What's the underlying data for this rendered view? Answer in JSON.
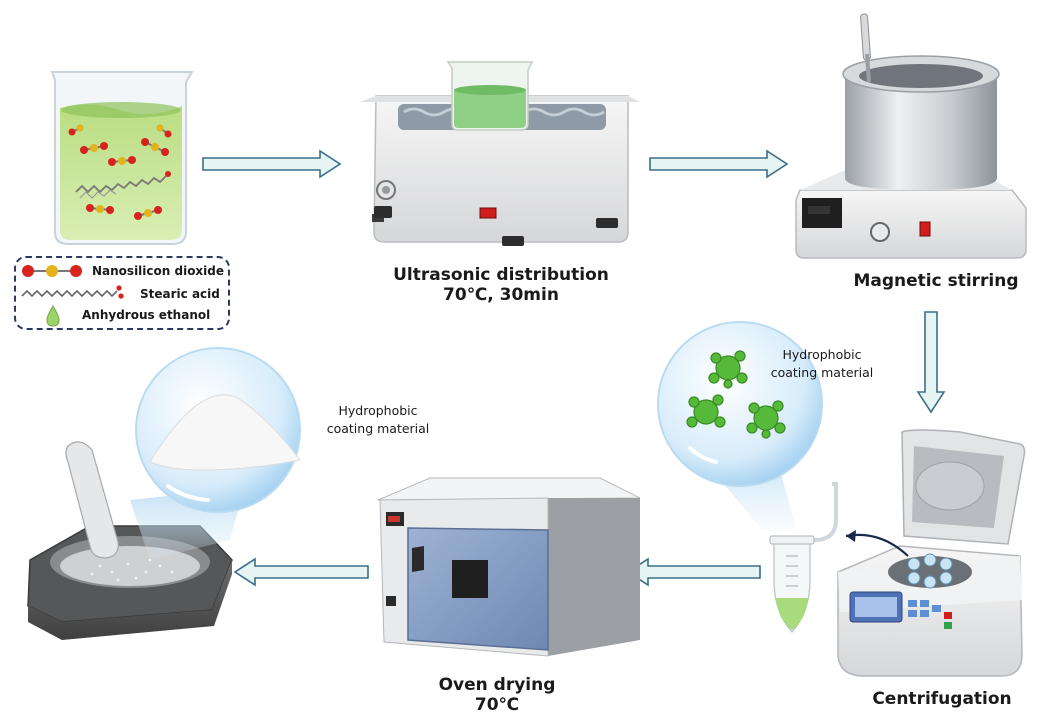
{
  "steps": {
    "ultrasonic": {
      "title": "Ultrasonic distribution",
      "condition": "70℃, 30min"
    },
    "magnetic": {
      "title": "Magnetic stirring"
    },
    "centrifugation": {
      "title": "Centrifugation"
    },
    "oven": {
      "title": "Oven drying",
      "condition": "70℃"
    }
  },
  "bubbles": {
    "centrifuge_bubble": {
      "line1": "Hydrophobic",
      "line2": "coating material"
    },
    "powder_bubble": {
      "line1": "Hydrophobic",
      "line2": "coating material"
    }
  },
  "legend": {
    "items": [
      {
        "label": "Nanosilicon dioxide",
        "icon": "nanosilicon-dioxide-molecule-icon"
      },
      {
        "label": "Stearic acid",
        "icon": "stearic-acid-chain-icon"
      },
      {
        "label": "Anhydrous ethanol",
        "icon": "ethanol-droplet-icon"
      }
    ]
  },
  "colors": {
    "arrow_fill": "#e6f4f4",
    "arrow_stroke": "#3a6f87",
    "legend_border": "#2a3a63",
    "liquid_green": "#c9e59a",
    "bubble_blue": "#bfe0f6",
    "oxygen_red": "#d8231d",
    "silicon_gold": "#e2b31c",
    "particle_green": "#55b93a"
  }
}
